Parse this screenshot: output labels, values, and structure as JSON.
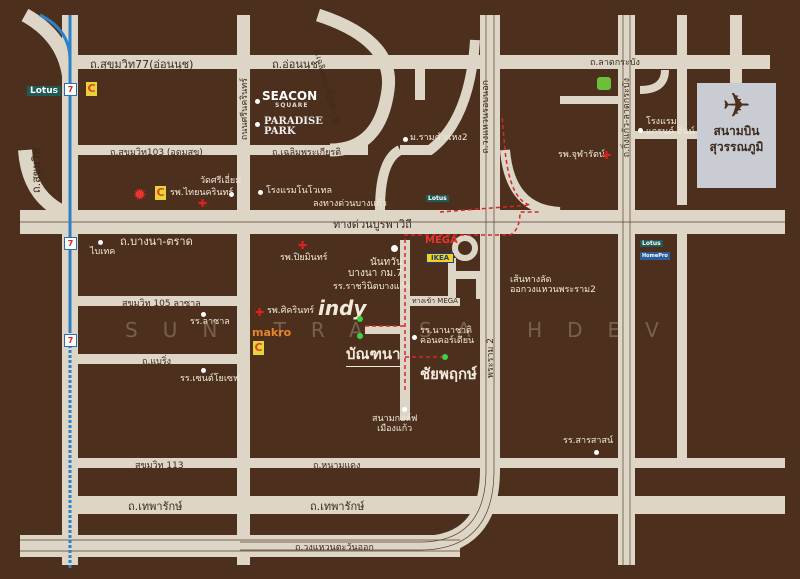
{
  "roads": {
    "sukhumvit77": "ถ.สุขุมวิท77(อ่อนนุช)",
    "onnut": "ถ.อ่อนนุช",
    "sukhumvit": "ถ.สุขุมวิท",
    "srinakarin": "ถนนศรีนครินทร์",
    "chalermprakiat_vertical": "ถ.เฉลิมพระเกียรติ ร.9",
    "sukhumvit103": "ถ.สุขุมวิท103 (อุดมสุข)",
    "chalermprakiat": "ถ.เฉลิมพระเกียรติ",
    "burapha_withi": "ทางด่วนบูรพาวิถี",
    "bangkaew_exit": "ลงทางด่วนบางแก้ว",
    "bangna_trat": "ถ.บางนา-ตราด",
    "sukhumvit105": "สุขุมวิท 105 ลาซาล",
    "bearing": "ถ.แบริ่ง",
    "sukhumvit113": "สุขุมวิท 113",
    "nammaeng": "ถ.หนามแดง",
    "theparak_1": "ถ.เทพารักษ์",
    "theparak_2": "ถ.เทพารักษ์",
    "kanchanaphisek_south": "ถ.วงแหวนตะวันออก",
    "kanchanaphisek": "ถ.วงแหวนรอบนอก",
    "latkrabang": "ถ.ลาดกระบัง",
    "kingkaew": "ถ.กิ่งแก้ว-ลาดกระบัง",
    "rama2": "พระราม 2",
    "mega_road": "ทางเข้า MEGA",
    "shortcut": "เส้นทางลัด\nออกวงแหวนพระราม2"
  },
  "places": {
    "ramkhamhaeng2": "ม.รามคำแหง2",
    "wat_si_iam": "วัดศรีเอี่ยม",
    "thainakarin_hosp": "รพ.ไทยนครินทร์",
    "novotel": "โรงแรมโนโวเทล",
    "biotech": "ไบเทค",
    "piyamin_hosp": "รพ.ปิยมินทร์",
    "nanthawan": "นันทวัน\nบางนา กม.7",
    "ratchawinit": "รร.ราชวินิตบางแก้ว",
    "sikarin_hosp": "รพ.ศิครินทร์",
    "lasalle_school": "รร.ลาซาล",
    "st_joseph": "รร.เซนต์โยเซฟ",
    "nanachat": "รร.นานาชาติ\nคอนคอร์เดียน",
    "golf": "สนามกอล์ฟ\nเมืองแก้ว",
    "sarasas": "รร.สารสาสน์",
    "chularat_hosp": "รพ.จุฬารัตน์",
    "grand_inn": "โรงแรม\nแกรนด์ อินน์",
    "airport": "สนามบิน\nสุวรรณภูมิ"
  },
  "projects": {
    "indy": "indy",
    "bannthana": "บัณฑนา",
    "chaiyaphruek": "ชัยพฤกษ์"
  },
  "brands": {
    "lotus": "Lotus",
    "seacon": "SEACON",
    "seacon_sub": "SQUARE",
    "paradise": "PARADISE\nPARK",
    "mega": "MEGA",
    "ikea": "IKEA",
    "makro": "makro",
    "seven": "7",
    "bigc": "C",
    "homepro": "HomePro",
    "tesco_small": "Lotus"
  },
  "watermark": "SUN TRA SA HDEV",
  "colors": {
    "background": "#4c2f1d",
    "road": "#ddd5c6",
    "bts": "#2b82c9",
    "route": "#d8262a",
    "airport_box": "#c9ccd2"
  }
}
